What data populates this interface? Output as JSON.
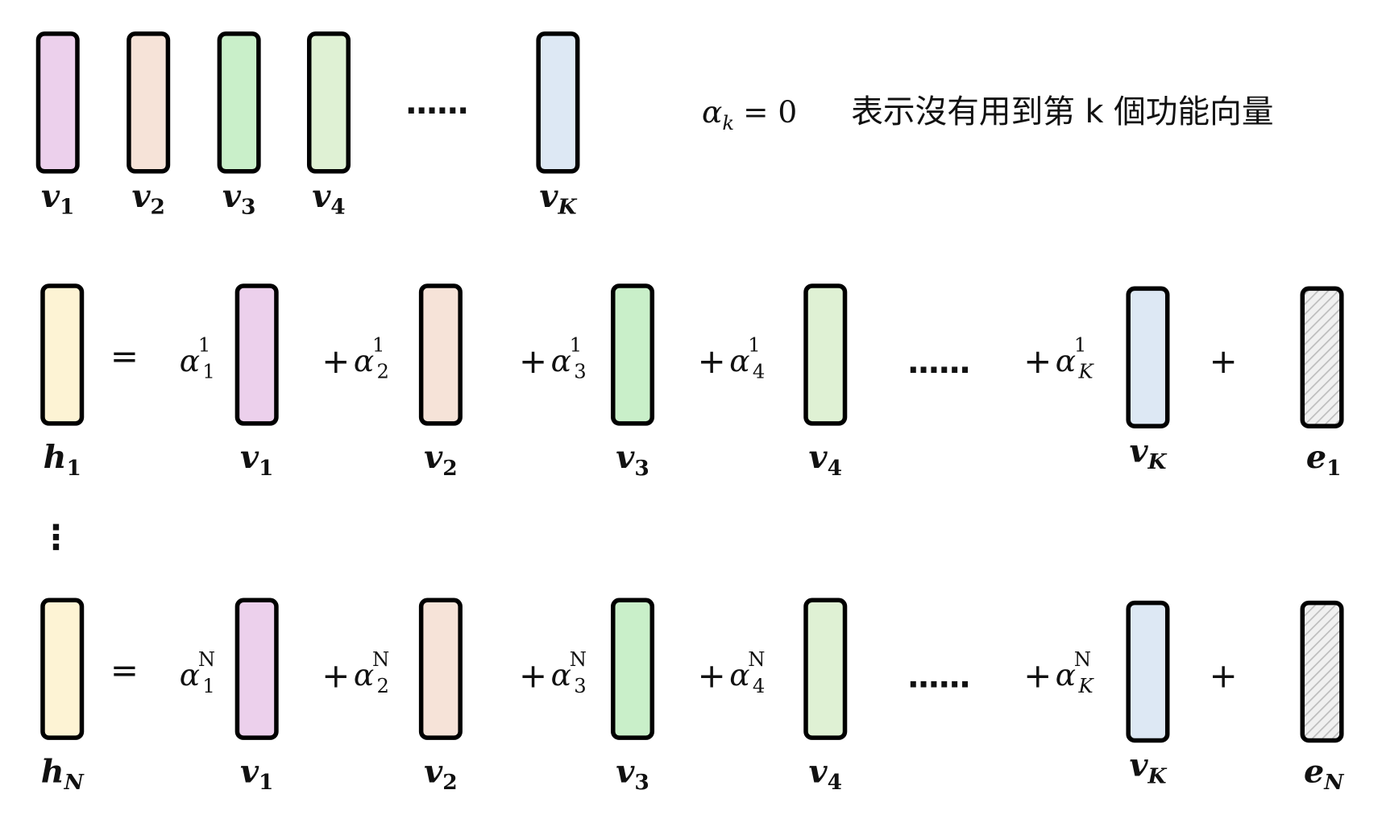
{
  "top_row": {
    "vectors": [
      {
        "label": "v",
        "sub": "1",
        "color": "#ecd0ec"
      },
      {
        "label": "v",
        "sub": "2",
        "color": "#f6e3d8"
      },
      {
        "label": "v",
        "sub": "3",
        "color": "#c9efc9"
      },
      {
        "label": "v",
        "sub": "4",
        "color": "#dff1d4"
      },
      {
        "label": "v",
        "sub": "K",
        "color": "#dde8f4"
      }
    ],
    "ellipsis": "......"
  },
  "note": {
    "alpha": "α",
    "sub": "k",
    "equals": "= 0",
    "text": "表示沒有用到第 k 個功能向量"
  },
  "rows": [
    {
      "h": {
        "label": "h",
        "sub": "1",
        "color": "#fdf3d4"
      },
      "equals": "=",
      "terms": [
        {
          "op": "",
          "coef": "α",
          "sup": "1",
          "sub": "1",
          "label": "v",
          "vsub": "1",
          "color": "#ecd0ec"
        },
        {
          "op": "+",
          "coef": "α",
          "sup": "1",
          "sub": "2",
          "label": "v",
          "vsub": "2",
          "color": "#f6e3d8"
        },
        {
          "op": "+",
          "coef": "α",
          "sup": "1",
          "sub": "3",
          "label": "v",
          "vsub": "3",
          "color": "#c9efc9"
        },
        {
          "op": "+",
          "coef": "α",
          "sup": "1",
          "sub": "4",
          "label": "v",
          "vsub": "4",
          "color": "#dff1d4"
        },
        {
          "op": "+",
          "coef": "α",
          "sup": "1",
          "sub": "K",
          "label": "v",
          "vsub": "K",
          "color": "#dde8f4"
        }
      ],
      "ellipsis": "......",
      "plus": "+",
      "e": {
        "label": "e",
        "sub": "1"
      }
    },
    {
      "h": {
        "label": "h",
        "sub": "N",
        "color": "#fdf3d4"
      },
      "equals": "=",
      "terms": [
        {
          "op": "",
          "coef": "α",
          "sup": "N",
          "sub": "1",
          "label": "v",
          "vsub": "1",
          "color": "#ecd0ec"
        },
        {
          "op": "+",
          "coef": "α",
          "sup": "N",
          "sub": "2",
          "label": "v",
          "vsub": "2",
          "color": "#f6e3d8"
        },
        {
          "op": "+",
          "coef": "α",
          "sup": "N",
          "sub": "3",
          "label": "v",
          "vsub": "3",
          "color": "#c9efc9"
        },
        {
          "op": "+",
          "coef": "α",
          "sup": "N",
          "sub": "4",
          "label": "v",
          "vsub": "4",
          "color": "#dff1d4"
        },
        {
          "op": "+",
          "coef": "α",
          "sup": "N",
          "sub": "K",
          "label": "v",
          "vsub": "K",
          "color": "#dde8f4"
        }
      ],
      "ellipsis": "......",
      "plus": "+",
      "e": {
        "label": "e",
        "sub": "N"
      }
    }
  ],
  "vertical_ellipsis": "⋮"
}
